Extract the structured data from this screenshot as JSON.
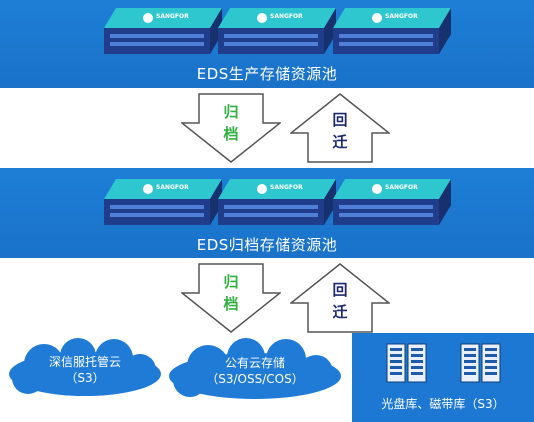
{
  "production_pool": {
    "label": "EDS生产存储资源池"
  },
  "archive_pool": {
    "label": "EDS归档存储资源池"
  },
  "server_brand": "SANGFOR",
  "arrows_top": {
    "archive": [
      "归",
      "档"
    ],
    "recall": [
      "回",
      "迁"
    ]
  },
  "arrows_bottom": {
    "archive": [
      "归",
      "档"
    ],
    "recall": [
      "回",
      "迁"
    ]
  },
  "targets": {
    "hosted_cloud": {
      "line1": "深信服托管云",
      "line2": "（S3）"
    },
    "public_cloud": {
      "line1": "公有云存储",
      "line2": "（S3/OSS/COS）"
    },
    "tape_library": {
      "label": "光盘库、磁带库（S3）"
    }
  },
  "colors": {
    "band_blue": "#1e7ed6",
    "archive_text_green": "#33b043",
    "recall_text_navy": "#1d2a6e"
  }
}
